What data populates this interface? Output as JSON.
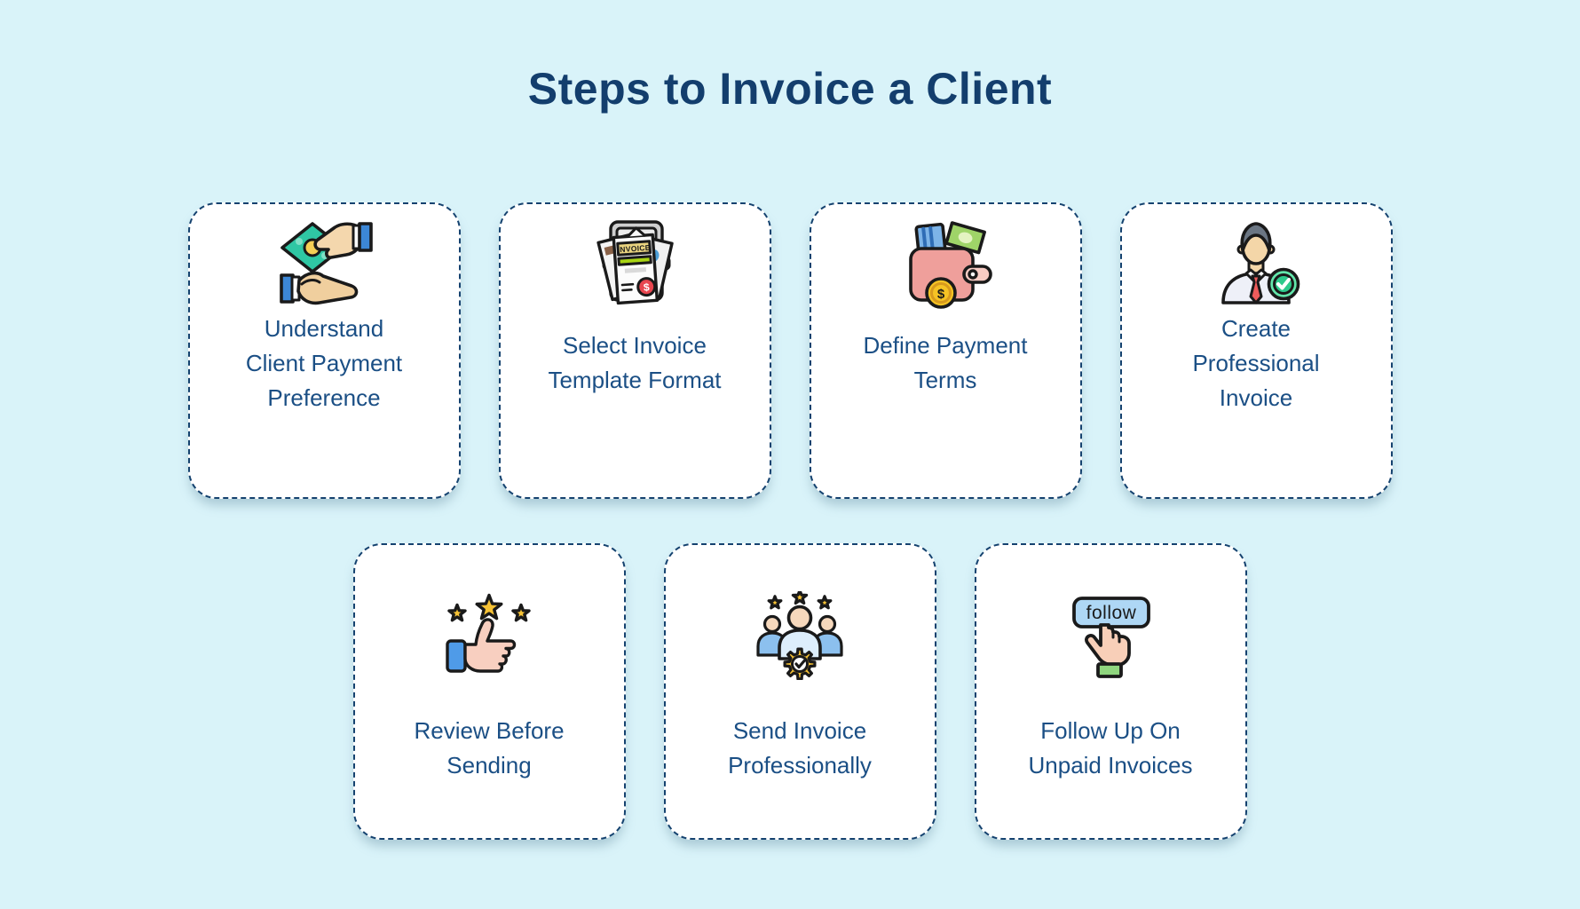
{
  "title": "Steps to Invoice a Client",
  "colors": {
    "background": "#d9f3f9",
    "card_background": "#ffffff",
    "card_border": "#15426f",
    "title_text": "#133e6d",
    "card_text": "#1b4f85"
  },
  "steps": [
    {
      "label": "Understand Client Payment Preference",
      "lines": [
        "Understand",
        "Client Payment",
        "Preference"
      ],
      "icon": "hand-receiving-money"
    },
    {
      "label": "Select Invoice Template Format",
      "lines": [
        "Select Invoice",
        "Template Format"
      ],
      "icon": "invoice-documents"
    },
    {
      "label": "Define Payment Terms",
      "lines": [
        "Define Payment",
        "Terms"
      ],
      "icon": "wallet-money"
    },
    {
      "label": "Create Professional Invoice",
      "lines": [
        "Create",
        "Professional",
        "Invoice"
      ],
      "icon": "businessman-check"
    },
    {
      "label": "Review Before Sending",
      "lines": [
        "Review Before",
        "Sending"
      ],
      "icon": "thumbs-up-stars"
    },
    {
      "label": "Send Invoice Professionally",
      "lines": [
        "Send Invoice",
        "Professionally"
      ],
      "icon": "team-gear-check"
    },
    {
      "label": "Follow Up On Unpaid Invoices",
      "lines": [
        "Follow Up On",
        "Unpaid Invoices"
      ],
      "icon": "follow-button-click"
    }
  ],
  "icon_text": {
    "invoice_label": "INVOICE",
    "invoice_dollar": "$",
    "coin_dollar": "$",
    "follow_button": "follow"
  }
}
